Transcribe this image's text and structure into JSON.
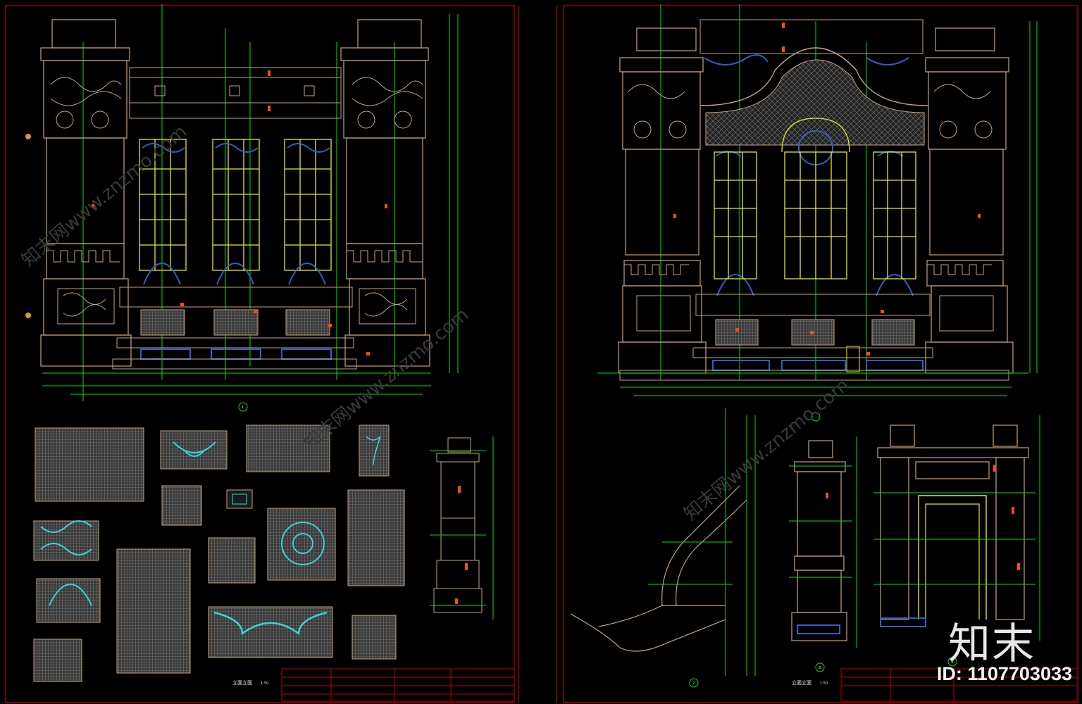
{
  "sheets": [
    {
      "id": "left-sheet",
      "title": "立面立面",
      "scale": "1:50"
    },
    {
      "id": "right-sheet",
      "title": "立面立面",
      "scale": "1:50"
    }
  ],
  "detail_markers": [
    "1",
    "2",
    "3",
    "4"
  ],
  "watermark": {
    "text": "知末网www.znzmo.com"
  },
  "logo": {
    "text": "知末"
  },
  "id_label": {
    "text": "ID: 1107703033"
  },
  "colors": {
    "background": "#000000",
    "structure": "#c8a27a",
    "dimension": "#00e000",
    "glazing": "#e6e630",
    "ornament": "#2f5ec8",
    "pattern": "#36d6d6",
    "annotation": "#ff4a1c",
    "hatch": "#8c8c8c",
    "frame": "#c00000"
  }
}
